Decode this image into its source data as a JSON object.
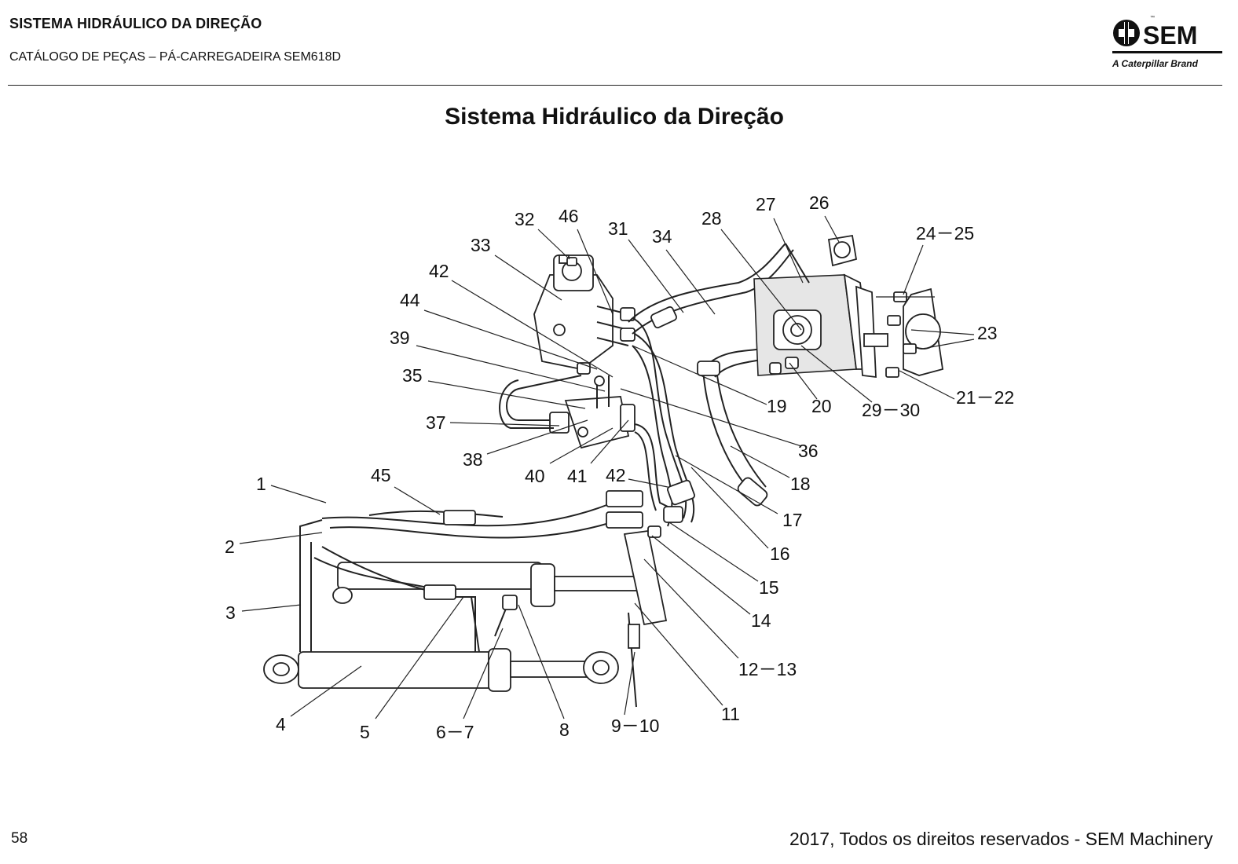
{
  "header": {
    "section_title": "SISTEMA HIDRÁULICO DA DIREÇÃO",
    "catalog_subtitle": "CATÁLOGO DE PEÇAS – PÁ-CARREGADEIRA SEM618D",
    "brand_tagline": "A Caterpillar Brand"
  },
  "page_title": "Sistema Hidráulico da Direção",
  "diagram": {
    "callouts": [
      "1",
      "2",
      "3",
      "4",
      "5",
      "6－7",
      "8",
      "9－10",
      "11",
      "12－13",
      "14",
      "15",
      "16",
      "17",
      "18",
      "19",
      "20",
      "21－22",
      "23",
      "24－25",
      "26",
      "27",
      "28",
      "29－30",
      "31",
      "32",
      "33",
      "34",
      "35",
      "36",
      "37",
      "38",
      "39",
      "40",
      "41",
      "42",
      "42",
      "44",
      "45",
      "46"
    ]
  },
  "footer": {
    "page_number": "58",
    "copyright": "2017, Todos os direitos reservados - SEM Machinery"
  },
  "colors": {
    "ink": "#111111",
    "rule": "#222222",
    "background": "#ffffff"
  }
}
